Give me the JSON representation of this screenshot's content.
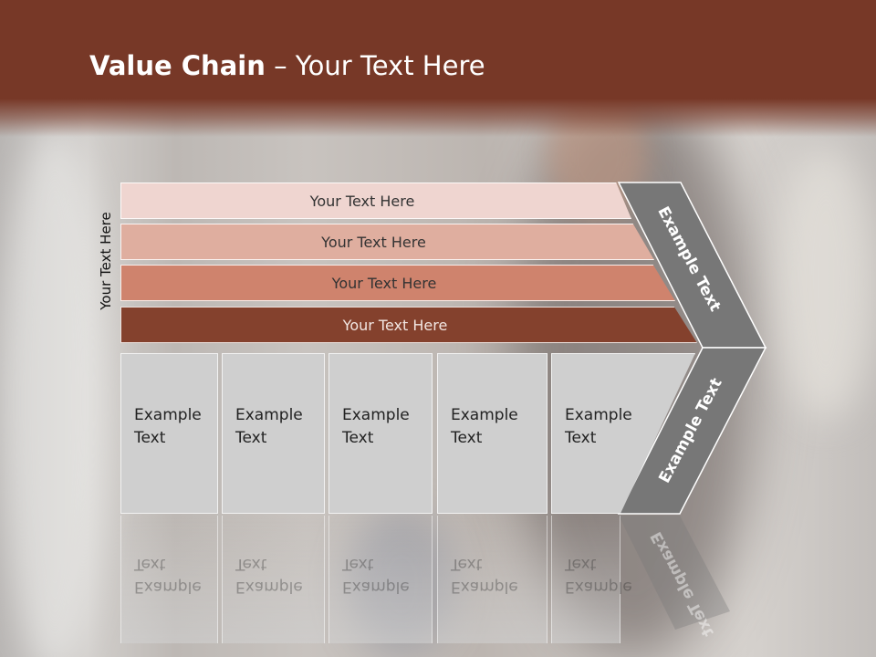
{
  "slide": {
    "title_bold": "Value Chain",
    "title_rest": " – Your Text Here"
  },
  "side_label": "Your Text Here",
  "bars": [
    {
      "label": "Your Text Here"
    },
    {
      "label": "Your Text Here"
    },
    {
      "label": "Your Text Here"
    },
    {
      "label": "Your Text Here"
    }
  ],
  "boxes": [
    {
      "line1": "Example",
      "line2": "Text"
    },
    {
      "line1": "Example",
      "line2": "Text"
    },
    {
      "line1": "Example",
      "line2": "Text"
    },
    {
      "line1": "Example",
      "line2": "Text"
    },
    {
      "line1": "Example",
      "line2": "Text"
    }
  ],
  "chevron": {
    "top_label": "Example Text",
    "bottom_label": "Example Text"
  },
  "colors": {
    "header": "#773827",
    "bar1": "#efd5d0",
    "bar2": "#dfae9f",
    "bar3": "#cf836d",
    "bar4": "#84412d",
    "box": "#cfcfcf",
    "chevron": "#777777"
  }
}
